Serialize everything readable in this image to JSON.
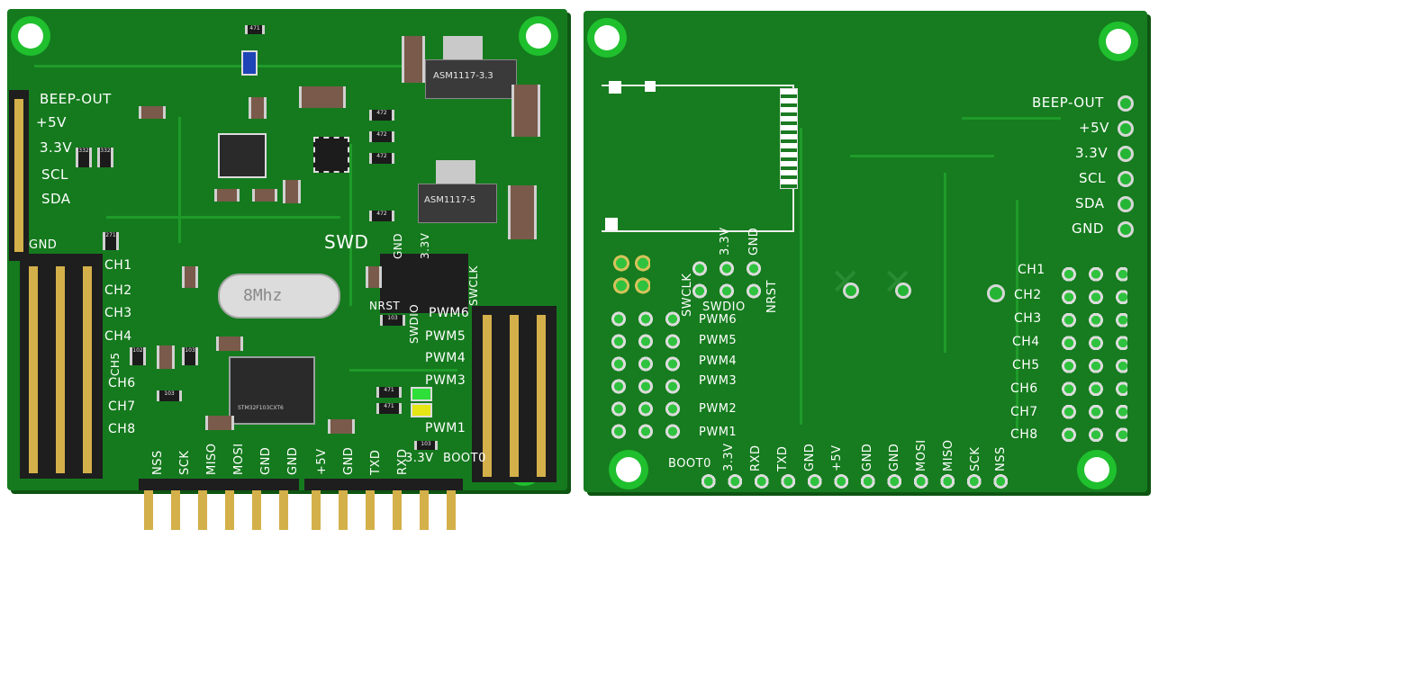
{
  "front": {
    "left_labels": [
      "BEEP-OUT",
      "+5V",
      "3.3V",
      "SCL",
      "SDA",
      "GND"
    ],
    "ch_labels": [
      "CH1",
      "CH2",
      "CH3",
      "CH4",
      "CH5",
      "CH6",
      "CH7",
      "CH8"
    ],
    "swd_title": "SWD",
    "swd_labels": [
      "GND",
      "3.3V",
      "SWCLK"
    ],
    "swd_bottom": [
      "NRST",
      "SWDIO"
    ],
    "pwm_labels": [
      "PWM6",
      "PWM5",
      "PWM4",
      "PWM3",
      "PWM1"
    ],
    "bottom_labels": [
      "NSS",
      "SCK",
      "MISO",
      "MOSI",
      "GND",
      "GND",
      "+5V",
      "GND",
      "TXD",
      "RXD",
      "3.3V",
      "BOOT0"
    ],
    "crystal": "8Mhz",
    "regulator_top": "ASM1117-3.3",
    "regulator_bottom": "ASM1117-5",
    "mcu": "STM32F103CXT6",
    "resistors": [
      "471",
      "472",
      "472",
      "472",
      "472",
      "332",
      "332",
      "271",
      "102",
      "103",
      "103",
      "103",
      "471",
      "471",
      "103"
    ]
  },
  "back": {
    "right_labels": [
      "BEEP-OUT",
      "+5V",
      "3.3V",
      "SCL",
      "SDA",
      "GND"
    ],
    "ch_labels": [
      "CH1",
      "CH2",
      "CH3",
      "CH4",
      "CH5",
      "CH6",
      "CH7",
      "CH8"
    ],
    "swd_labels": [
      "SWCLK",
      "3.3V",
      "GND"
    ],
    "swd_bottom": [
      "SWDIO",
      "NRST"
    ],
    "pwm_labels": [
      "PWM6",
      "PWM5",
      "PWM4",
      "PWM3",
      "PWM2",
      "PWM1"
    ],
    "bottom_labels": [
      "BOOT0",
      "3.3V",
      "RXD",
      "TXD",
      "GND",
      "+5V",
      "GND",
      "GND",
      "MOSI",
      "MISO",
      "SCK",
      "NSS"
    ]
  }
}
